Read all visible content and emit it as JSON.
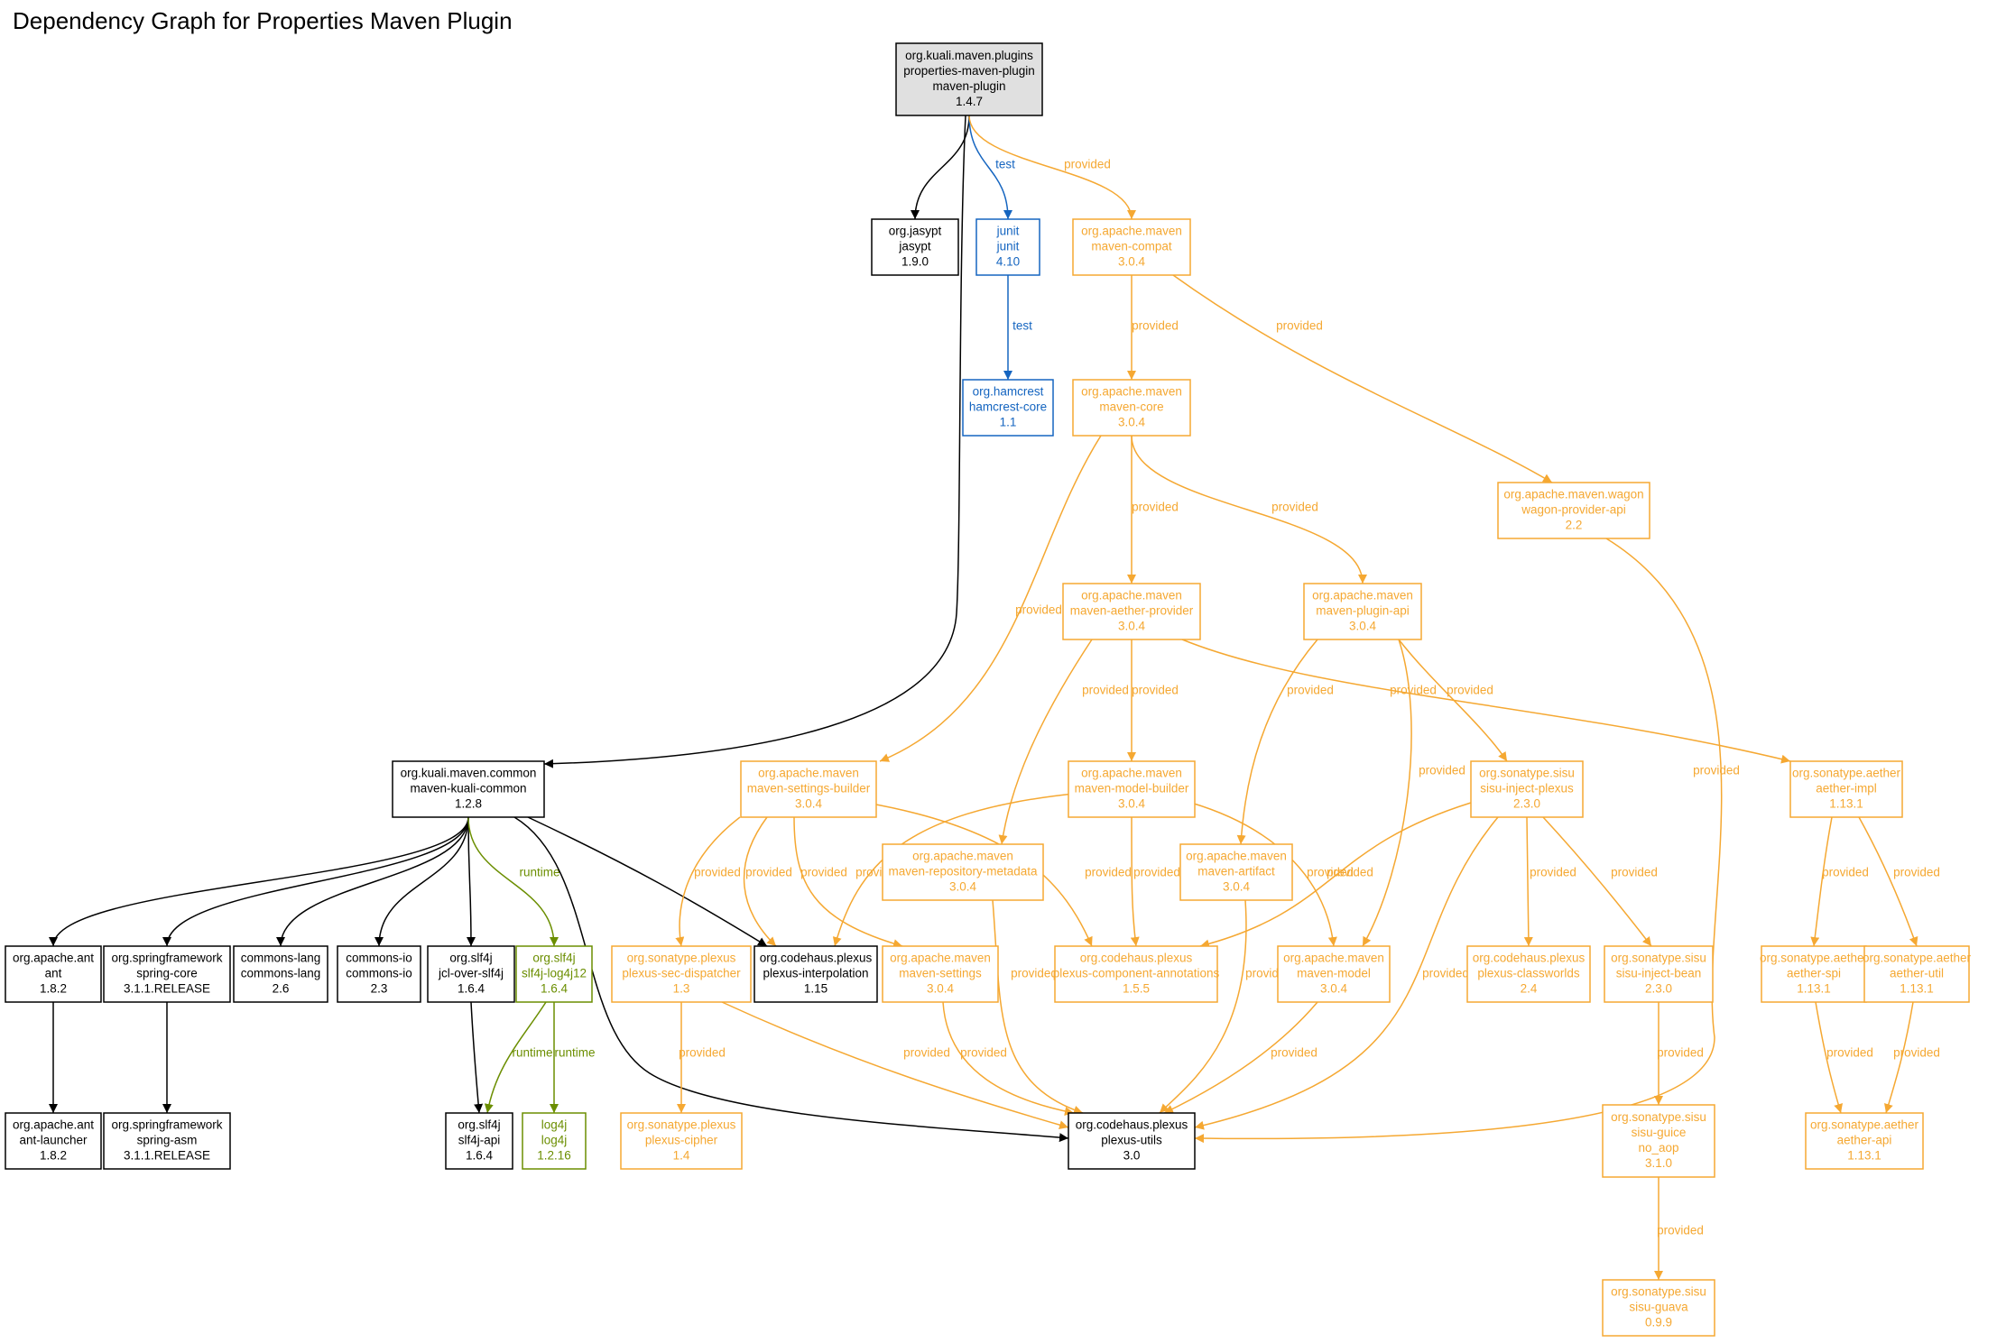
{
  "title": "Dependency Graph for Properties Maven Plugin",
  "colors": {
    "compile": "#000000",
    "test": "#1565c0",
    "provided": "#f5a832",
    "runtime": "#6b8e00",
    "root_fill": "#e0e0e0"
  },
  "nodes": [
    {
      "id": "root",
      "lines": [
        "org.kuali.maven.plugins",
        "properties-maven-plugin",
        "maven-plugin",
        "1.4.7"
      ],
      "scope": "compile",
      "root": true
    },
    {
      "id": "jasypt",
      "lines": [
        "org.jasypt",
        "jasypt",
        "1.9.0"
      ],
      "scope": "compile"
    },
    {
      "id": "junit",
      "lines": [
        "junit",
        "junit",
        "4.10"
      ],
      "scope": "test"
    },
    {
      "id": "hamcrest",
      "lines": [
        "org.hamcrest",
        "hamcrest-core",
        "1.1"
      ],
      "scope": "test"
    },
    {
      "id": "maven-compat",
      "lines": [
        "org.apache.maven",
        "maven-compat",
        "3.0.4"
      ],
      "scope": "provided"
    },
    {
      "id": "maven-core",
      "lines": [
        "org.apache.maven",
        "maven-core",
        "3.0.4"
      ],
      "scope": "provided"
    },
    {
      "id": "wagon",
      "lines": [
        "org.apache.maven.wagon",
        "wagon-provider-api",
        "2.2"
      ],
      "scope": "provided"
    },
    {
      "id": "aether-provider",
      "lines": [
        "org.apache.maven",
        "maven-aether-provider",
        "3.0.4"
      ],
      "scope": "provided"
    },
    {
      "id": "plugin-api",
      "lines": [
        "org.apache.maven",
        "maven-plugin-api",
        "3.0.4"
      ],
      "scope": "provided"
    },
    {
      "id": "kuali-common",
      "lines": [
        "org.kuali.maven.common",
        "maven-kuali-common",
        "1.2.8"
      ],
      "scope": "compile"
    },
    {
      "id": "settings-builder",
      "lines": [
        "org.apache.maven",
        "maven-settings-builder",
        "3.0.4"
      ],
      "scope": "provided"
    },
    {
      "id": "model-builder",
      "lines": [
        "org.apache.maven",
        "maven-model-builder",
        "3.0.4"
      ],
      "scope": "provided"
    },
    {
      "id": "sisu-inject-plexus",
      "lines": [
        "org.sonatype.sisu",
        "sisu-inject-plexus",
        "2.3.0"
      ],
      "scope": "provided"
    },
    {
      "id": "aether-impl",
      "lines": [
        "org.sonatype.aether",
        "aether-impl",
        "1.13.1"
      ],
      "scope": "provided"
    },
    {
      "id": "repo-metadata",
      "lines": [
        "org.apache.maven",
        "maven-repository-metadata",
        "3.0.4"
      ],
      "scope": "provided"
    },
    {
      "id": "maven-artifact",
      "lines": [
        "org.apache.maven",
        "maven-artifact",
        "3.0.4"
      ],
      "scope": "provided"
    },
    {
      "id": "ant",
      "lines": [
        "org.apache.ant",
        "ant",
        "1.8.2"
      ],
      "scope": "compile"
    },
    {
      "id": "spring-core",
      "lines": [
        "org.springframework",
        "spring-core",
        "3.1.1.RELEASE"
      ],
      "scope": "compile"
    },
    {
      "id": "commons-lang",
      "lines": [
        "commons-lang",
        "commons-lang",
        "2.6"
      ],
      "scope": "compile"
    },
    {
      "id": "commons-io",
      "lines": [
        "commons-io",
        "commons-io",
        "2.3"
      ],
      "scope": "compile"
    },
    {
      "id": "jcl-over-slf4j",
      "lines": [
        "org.slf4j",
        "jcl-over-slf4j",
        "1.6.4"
      ],
      "scope": "compile"
    },
    {
      "id": "slf4j-log4j12",
      "lines": [
        "org.slf4j",
        "slf4j-log4j12",
        "1.6.4"
      ],
      "scope": "runtime"
    },
    {
      "id": "sec-dispatcher",
      "lines": [
        "org.sonatype.plexus",
        "plexus-sec-dispatcher",
        "1.3"
      ],
      "scope": "provided"
    },
    {
      "id": "plexus-interpolation",
      "lines": [
        "org.codehaus.plexus",
        "plexus-interpolation",
        "1.15"
      ],
      "scope": "compile"
    },
    {
      "id": "maven-settings",
      "lines": [
        "org.apache.maven",
        "maven-settings",
        "3.0.4"
      ],
      "scope": "provided"
    },
    {
      "id": "component-annotations",
      "lines": [
        "org.codehaus.plexus",
        "plexus-component-annotations",
        "1.5.5"
      ],
      "scope": "provided"
    },
    {
      "id": "maven-model",
      "lines": [
        "org.apache.maven",
        "maven-model",
        "3.0.4"
      ],
      "scope": "provided"
    },
    {
      "id": "classworlds",
      "lines": [
        "org.codehaus.plexus",
        "plexus-classworlds",
        "2.4"
      ],
      "scope": "provided"
    },
    {
      "id": "sisu-inject-bean",
      "lines": [
        "org.sonatype.sisu",
        "sisu-inject-bean",
        "2.3.0"
      ],
      "scope": "provided"
    },
    {
      "id": "aether-spi",
      "lines": [
        "org.sonatype.aether",
        "aether-spi",
        "1.13.1"
      ],
      "scope": "provided"
    },
    {
      "id": "aether-util",
      "lines": [
        "org.sonatype.aether",
        "aether-util",
        "1.13.1"
      ],
      "scope": "provided"
    },
    {
      "id": "ant-launcher",
      "lines": [
        "org.apache.ant",
        "ant-launcher",
        "1.8.2"
      ],
      "scope": "compile"
    },
    {
      "id": "spring-asm",
      "lines": [
        "org.springframework",
        "spring-asm",
        "3.1.1.RELEASE"
      ],
      "scope": "compile"
    },
    {
      "id": "slf4j-api",
      "lines": [
        "org.slf4j",
        "slf4j-api",
        "1.6.4"
      ],
      "scope": "compile"
    },
    {
      "id": "log4j",
      "lines": [
        "log4j",
        "log4j",
        "1.2.16"
      ],
      "scope": "runtime"
    },
    {
      "id": "plexus-cipher",
      "lines": [
        "org.sonatype.plexus",
        "plexus-cipher",
        "1.4"
      ],
      "scope": "provided"
    },
    {
      "id": "plexus-utils",
      "lines": [
        "org.codehaus.plexus",
        "plexus-utils",
        "3.0"
      ],
      "scope": "compile"
    },
    {
      "id": "sisu-guice",
      "lines": [
        "org.sonatype.sisu",
        "sisu-guice",
        "no_aop",
        "3.1.0"
      ],
      "scope": "provided"
    },
    {
      "id": "aether-api",
      "lines": [
        "org.sonatype.aether",
        "aether-api",
        "1.13.1"
      ],
      "scope": "provided"
    },
    {
      "id": "sisu-guava",
      "lines": [
        "org.sonatype.sisu",
        "sisu-guava",
        "0.9.9"
      ],
      "scope": "provided"
    }
  ],
  "edges": [
    {
      "from": "root",
      "to": "jasypt",
      "scope": "compile",
      "label": ""
    },
    {
      "from": "root",
      "to": "junit",
      "scope": "test",
      "label": "test"
    },
    {
      "from": "root",
      "to": "maven-compat",
      "scope": "provided",
      "label": "provided"
    },
    {
      "from": "root",
      "to": "kuali-common",
      "scope": "compile",
      "label": ""
    },
    {
      "from": "junit",
      "to": "hamcrest",
      "scope": "test",
      "label": "test"
    },
    {
      "from": "maven-compat",
      "to": "maven-core",
      "scope": "provided",
      "label": "provided"
    },
    {
      "from": "maven-compat",
      "to": "wagon",
      "scope": "provided",
      "label": "provided"
    },
    {
      "from": "maven-core",
      "to": "settings-builder",
      "scope": "provided",
      "label": "provided"
    },
    {
      "from": "maven-core",
      "to": "aether-provider",
      "scope": "provided",
      "label": "provided"
    },
    {
      "from": "maven-core",
      "to": "plugin-api",
      "scope": "provided",
      "label": "provided"
    },
    {
      "from": "wagon",
      "to": "plexus-utils",
      "scope": "provided",
      "label": "provided"
    },
    {
      "from": "aether-provider",
      "to": "repo-metadata",
      "scope": "provided",
      "label": "provided"
    },
    {
      "from": "aether-provider",
      "to": "model-builder",
      "scope": "provided",
      "label": "provided"
    },
    {
      "from": "aether-provider",
      "to": "aether-impl",
      "scope": "provided",
      "label": "provided"
    },
    {
      "from": "plugin-api",
      "to": "maven-artifact",
      "scope": "provided",
      "label": "provided"
    },
    {
      "from": "plugin-api",
      "to": "maven-model",
      "scope": "provided",
      "label": "provided"
    },
    {
      "from": "plugin-api",
      "to": "sisu-inject-plexus",
      "scope": "provided",
      "label": "provided"
    },
    {
      "from": "kuali-common",
      "to": "ant",
      "scope": "compile",
      "label": ""
    },
    {
      "from": "kuali-common",
      "to": "spring-core",
      "scope": "compile",
      "label": ""
    },
    {
      "from": "kuali-common",
      "to": "commons-lang",
      "scope": "compile",
      "label": ""
    },
    {
      "from": "kuali-common",
      "to": "commons-io",
      "scope": "compile",
      "label": ""
    },
    {
      "from": "kuali-common",
      "to": "jcl-over-slf4j",
      "scope": "compile",
      "label": ""
    },
    {
      "from": "kuali-common",
      "to": "slf4j-log4j12",
      "scope": "runtime",
      "label": "runtime"
    },
    {
      "from": "kuali-common",
      "to": "plexus-interpolation",
      "scope": "compile",
      "label": ""
    },
    {
      "from": "kuali-common",
      "to": "plexus-utils",
      "scope": "compile",
      "label": ""
    },
    {
      "from": "settings-builder",
      "to": "sec-dispatcher",
      "scope": "provided",
      "label": "provided"
    },
    {
      "from": "settings-builder",
      "to": "plexus-interpolation",
      "scope": "provided",
      "label": "provided"
    },
    {
      "from": "settings-builder",
      "to": "maven-settings",
      "scope": "provided",
      "label": "provided"
    },
    {
      "from": "settings-builder",
      "to": "component-annotations",
      "scope": "provided",
      "label": "provided"
    },
    {
      "from": "model-builder",
      "to": "plexus-interpolation",
      "scope": "provided",
      "label": "provided"
    },
    {
      "from": "model-builder",
      "to": "component-annotations",
      "scope": "provided",
      "label": "provided"
    },
    {
      "from": "model-builder",
      "to": "maven-model",
      "scope": "provided",
      "label": "provided"
    },
    {
      "from": "sisu-inject-plexus",
      "to": "component-annotations",
      "scope": "provided",
      "label": "provided"
    },
    {
      "from": "sisu-inject-plexus",
      "to": "plexus-utils",
      "scope": "provided",
      "label": "provided"
    },
    {
      "from": "sisu-inject-plexus",
      "to": "classworlds",
      "scope": "provided",
      "label": "provided"
    },
    {
      "from": "sisu-inject-plexus",
      "to": "sisu-inject-bean",
      "scope": "provided",
      "label": "provided"
    },
    {
      "from": "aether-impl",
      "to": "aether-spi",
      "scope": "provided",
      "label": "provided"
    },
    {
      "from": "aether-impl",
      "to": "aether-util",
      "scope": "provided",
      "label": "provided"
    },
    {
      "from": "repo-metadata",
      "to": "plexus-utils",
      "scope": "provided",
      "label": "provided"
    },
    {
      "from": "maven-artifact",
      "to": "plexus-utils",
      "scope": "provided",
      "label": "provided"
    },
    {
      "from": "ant",
      "to": "ant-launcher",
      "scope": "compile",
      "label": ""
    },
    {
      "from": "spring-core",
      "to": "spring-asm",
      "scope": "compile",
      "label": ""
    },
    {
      "from": "jcl-over-slf4j",
      "to": "slf4j-api",
      "scope": "compile",
      "label": ""
    },
    {
      "from": "slf4j-log4j12",
      "to": "slf4j-api",
      "scope": "runtime",
      "label": "runtime"
    },
    {
      "from": "slf4j-log4j12",
      "to": "log4j",
      "scope": "runtime",
      "label": "runtime"
    },
    {
      "from": "sec-dispatcher",
      "to": "plexus-cipher",
      "scope": "provided",
      "label": "provided"
    },
    {
      "from": "sec-dispatcher",
      "to": "plexus-utils",
      "scope": "provided",
      "label": "provided"
    },
    {
      "from": "maven-settings",
      "to": "plexus-utils",
      "scope": "provided",
      "label": "provided"
    },
    {
      "from": "maven-model",
      "to": "plexus-utils",
      "scope": "provided",
      "label": "provided"
    },
    {
      "from": "sisu-inject-bean",
      "to": "sisu-guice",
      "scope": "provided",
      "label": "provided"
    },
    {
      "from": "aether-spi",
      "to": "aether-api",
      "scope": "provided",
      "label": "provided"
    },
    {
      "from": "aether-util",
      "to": "aether-api",
      "scope": "provided",
      "label": "provided"
    },
    {
      "from": "sisu-guice",
      "to": "sisu-guava",
      "scope": "provided",
      "label": "provided"
    }
  ]
}
